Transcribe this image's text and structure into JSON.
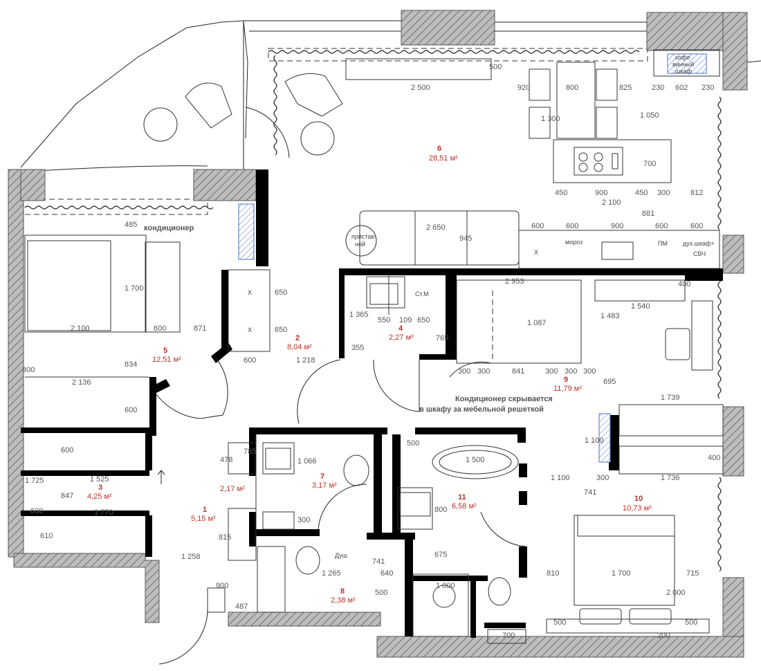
{
  "rooms": [
    {
      "num": "1",
      "area": "5,15 м²"
    },
    {
      "num": "2",
      "area": "8,04 м²"
    },
    {
      "num": "3",
      "area": "4,25 м²"
    },
    {
      "num": "4",
      "area": "2,27 м²"
    },
    {
      "num": "5",
      "area": "12,51 м²"
    },
    {
      "num": "6",
      "area": "28,51 м²"
    },
    {
      "num": "7",
      "area": "3,17 м²"
    },
    {
      "num": "8",
      "area": "2,38 м²"
    },
    {
      "num": "9",
      "area": "11,79 м²"
    },
    {
      "num": "10",
      "area": "10,73 м²"
    },
    {
      "num": "11",
      "area": "6,58 м²"
    },
    {
      "num": "",
      "area": "2,17 м²"
    }
  ],
  "labels": {
    "conditioner": "кондиционер",
    "hidden_ac_1": "Кондиционер скрывается",
    "hidden_ac_2": "в шкафу за мебельной решеткой",
    "side_table_1": "пристав-",
    "side_table_2": "ной",
    "wine_1": "кофе",
    "wine_2": "винный",
    "wine_3": "шкаф",
    "freezer": "мороз",
    "dishwasher": "ПМ",
    "oven_1": "дух.шкаф+",
    "oven_2": "СВЧ",
    "washer": "Ст.М",
    "x_mark": "X",
    "dryer": "Душ"
  },
  "dims": {
    "d2500": "2 500",
    "d500a": "500",
    "d920": "920",
    "d800": "800",
    "d825": "825",
    "d230a": "230",
    "d602": "602",
    "d230b": "230",
    "d1300": "1 300",
    "d1050": "1 050",
    "d700a": "700",
    "d450a": "450",
    "d900a": "900",
    "d450b": "450",
    "d300a": "300",
    "d812": "812",
    "d2100a": "2 100",
    "d881": "881",
    "d2650": "2 650",
    "d600a": "600",
    "d600b": "600",
    "d900b": "900",
    "d600c": "600",
    "d600d": "600",
    "d945": "945",
    "d485": "485",
    "d1700a": "1 700",
    "d2100b": "2 100",
    "d600e": "600",
    "d871": "871",
    "d834": "834",
    "d300b": "300",
    "d650a": "650",
    "d650b": "650",
    "d600f": "600",
    "d1218": "1 218",
    "d1365": "1 365",
    "d550": "550",
    "d109": "109",
    "d650c": "650",
    "d765": "765",
    "d355": "355",
    "d2953": "2 953",
    "d400a": "400",
    "d1087": "1 087",
    "d1540": "1 540",
    "d1483": "1 483",
    "d300c": "300",
    "d300d": "300",
    "d841": "841",
    "d300e": "300",
    "d300f": "300",
    "d300g": "300",
    "d695": "695",
    "d2136": "2 136",
    "d600g": "600",
    "d600h": "600",
    "d1525": "1 525",
    "d1725": "1 725",
    "d847": "847",
    "d600i": "600",
    "d1770": "1 770",
    "d610": "610",
    "d1258": "1 258",
    "d478": "478",
    "d785": "785",
    "d1066": "1 066",
    "d300h": "300",
    "d815": "815",
    "d900c": "900",
    "d487": "487",
    "d500b": "500",
    "d1500": "1 500",
    "d800b": "800",
    "d741a": "741",
    "d1265": "1 265",
    "d640": "640",
    "d500c": "500",
    "d675": "675",
    "d1000": "1 000",
    "d700b": "700",
    "d1739": "1 739",
    "d1100a": "1 100",
    "d400b": "400",
    "d1736": "1 736",
    "d1100b": "1 100",
    "d300i": "300",
    "d741b": "741",
    "d810": "810",
    "d1700b": "1 700",
    "d715": "715",
    "d2000": "2 000",
    "d500d": "500",
    "d500e": "500",
    "d200": "200"
  },
  "colors": {
    "wall": "#000000",
    "hatch_wall": "#8a8a8a",
    "room_label": "#b8322a",
    "dimension": "#555555",
    "ac_hatch": "#4a6fd0"
  }
}
